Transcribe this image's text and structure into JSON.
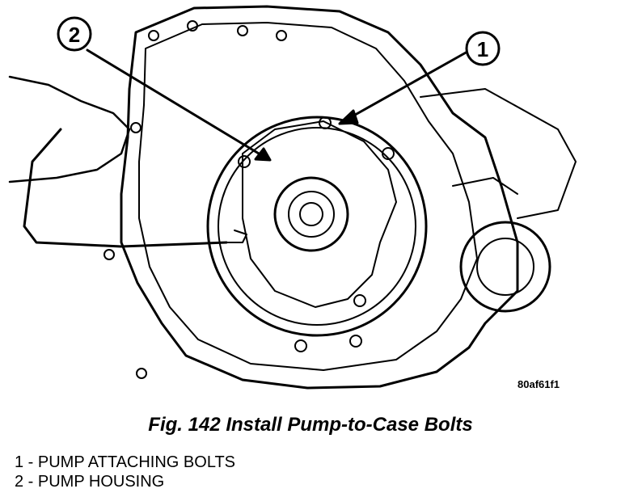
{
  "figure": {
    "id": "80af61f1",
    "caption": "Fig. 142 Install Pump-to-Case Bolts",
    "callouts": [
      "1",
      "2"
    ],
    "legend": [
      "1 - PUMP ATTACHING BOLTS",
      "2 - PUMP HOUSING"
    ]
  }
}
